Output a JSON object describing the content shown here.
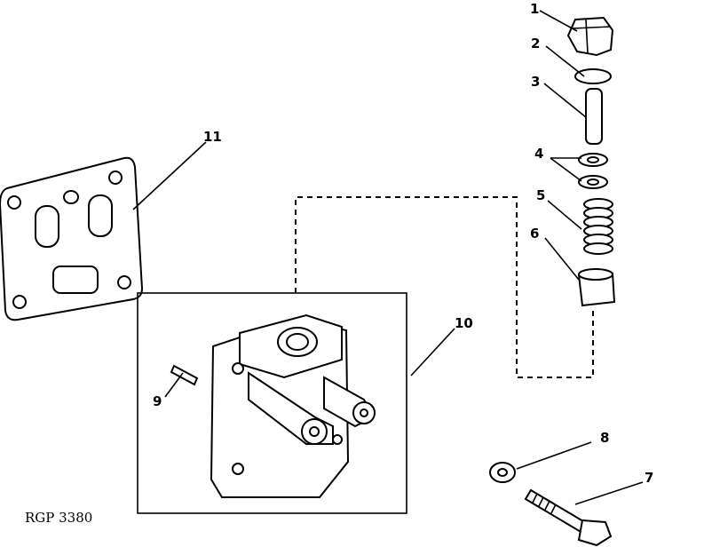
{
  "diagram_code": "RGP 3380",
  "callouts": [
    {
      "id": "1",
      "text": "1"
    },
    {
      "id": "2",
      "text": "2"
    },
    {
      "id": "3",
      "text": "3"
    },
    {
      "id": "4",
      "text": "4"
    },
    {
      "id": "5",
      "text": "5"
    },
    {
      "id": "6",
      "text": "6"
    },
    {
      "id": "7",
      "text": "7"
    },
    {
      "id": "8",
      "text": "8"
    },
    {
      "id": "9",
      "text": "9"
    },
    {
      "id": "10",
      "text": "10"
    },
    {
      "id": "11",
      "text": "11"
    }
  ],
  "parts": [
    {
      "name": "plug-icon"
    },
    {
      "name": "o-ring-icon"
    },
    {
      "name": "pin-icon"
    },
    {
      "name": "washers-icon"
    },
    {
      "name": "spring-icon"
    },
    {
      "name": "piston-icon"
    },
    {
      "name": "bolt-icon"
    },
    {
      "name": "washer-icon"
    },
    {
      "name": "dowel-pin-icon"
    },
    {
      "name": "housing-icon"
    },
    {
      "name": "gasket-icon"
    }
  ]
}
